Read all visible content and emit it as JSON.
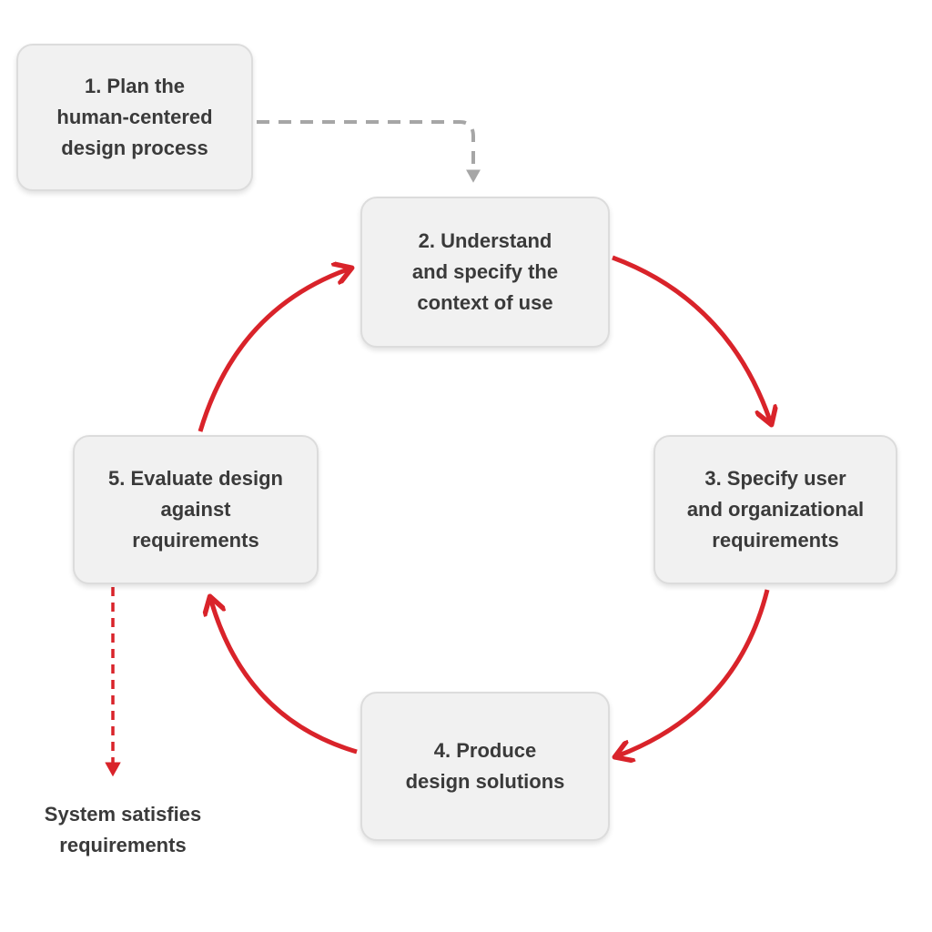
{
  "steps": [
    {
      "id": 1,
      "label": "1. Plan the\nhuman-centered\ndesign process"
    },
    {
      "id": 2,
      "label": "2. Understand\nand specify the\ncontext of use"
    },
    {
      "id": 3,
      "label": "3. Specify user\nand organizational\nrequirements"
    },
    {
      "id": 4,
      "label": "4. Produce\ndesign solutions"
    },
    {
      "id": 5,
      "label": "5. Evaluate design\nagainst\nrequirements"
    }
  ],
  "outcome": {
    "label": "System satisfies\nrequirements"
  },
  "colors": {
    "cycle_arrow": "#d9232a",
    "plan_arrow": "#a6a6a6",
    "exit_arrow": "#d9232a",
    "box_fill": "#f1f1f1",
    "box_border": "#dcdcdc",
    "text": "#3a3a3a"
  }
}
